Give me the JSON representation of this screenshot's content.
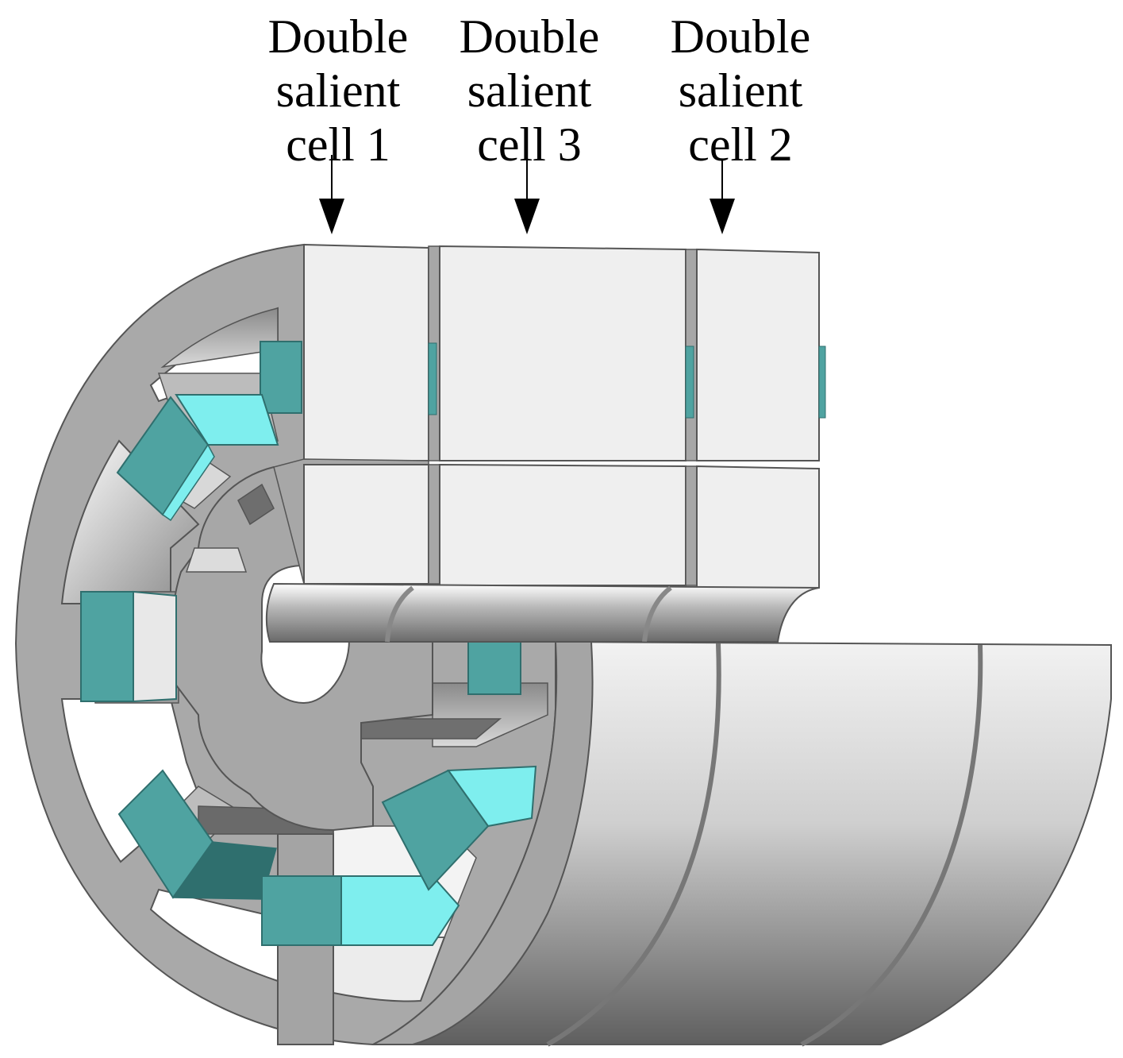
{
  "labels": [
    {
      "id": "cell1",
      "line1": "Double",
      "line2": "salient",
      "line3": "cell 1"
    },
    {
      "id": "cell3",
      "line1": "Double",
      "line2": "salient",
      "line3": "cell 3"
    },
    {
      "id": "cell2",
      "line1": "Double",
      "line2": "salient",
      "line3": "cell 2"
    }
  ],
  "colors": {
    "steel": "#a6a6a6",
    "steel_dark": "#7d7d7d",
    "steel_light": "#efefef",
    "magnet": "#4fa3a1",
    "magnet_dark": "#2f6f6e",
    "magnet_light": "#7eeeee",
    "outline": "#555555"
  }
}
